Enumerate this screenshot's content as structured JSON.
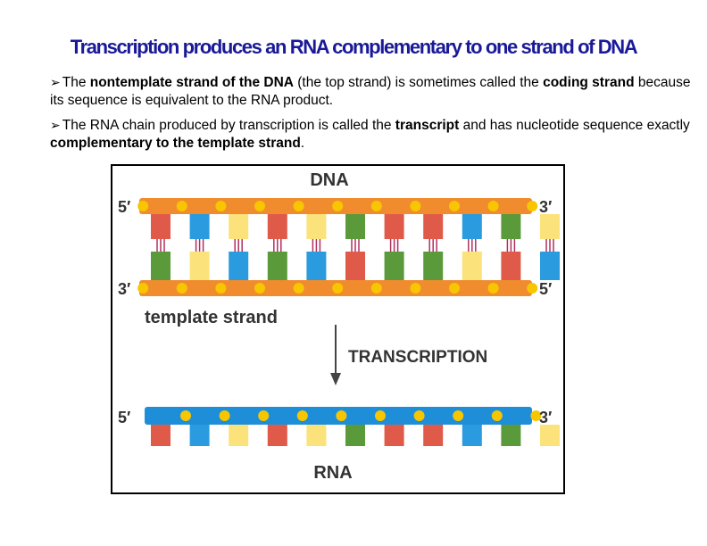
{
  "slide": {
    "title": "Transcription produces an RNA complementary to one strand of DNA",
    "bullets": [
      {
        "marker": "➢",
        "segments": [
          {
            "text": "The ",
            "bold": false
          },
          {
            "text": "nontemplate strand of the DNA",
            "bold": true
          },
          {
            "text": " (the top strand) is sometimes called the ",
            "bold": false
          },
          {
            "text": "coding strand",
            "bold": true
          },
          {
            "text": " because its sequence is equivalent to the RNA product.",
            "bold": false
          }
        ]
      },
      {
        "marker": "➢",
        "segments": [
          {
            "text": "The RNA chain produced by transcription is called the ",
            "bold": false
          },
          {
            "text": "transcript",
            "bold": true
          },
          {
            "text": " and has nucleotide sequence exactly ",
            "bold": false
          },
          {
            "text": "complementary to the template strand",
            "bold": true
          },
          {
            "text": ".",
            "bold": false
          }
        ]
      }
    ]
  },
  "figure": {
    "dna_label": "DNA",
    "rna_label": "RNA",
    "template_label": "template strand",
    "arrow_label": "TRANSCRIPTION",
    "top_strand_left": "5′",
    "top_strand_right": "3′",
    "bottom_strand_left": "3′",
    "bottom_strand_right": "5′",
    "rna_left": "5′",
    "rna_right": "3′",
    "top_bases": [
      "red",
      "blue",
      "yellow",
      "red",
      "yellow",
      "green",
      "red",
      "red",
      "blue",
      "green",
      "yellow"
    ],
    "bottom_bases": [
      "green",
      "yellow",
      "blue",
      "green",
      "blue",
      "red",
      "green",
      "green",
      "yellow",
      "red",
      "blue"
    ],
    "rna_bases": [
      "red",
      "blue",
      "yellow",
      "red",
      "yellow",
      "green",
      "red",
      "red",
      "blue",
      "green",
      "yellow"
    ],
    "colors": {
      "dna_backbone": "#f08c2e",
      "rna_backbone": "#1e8ed8",
      "phosphate": "#f7c600",
      "red": "#e05a4a",
      "blue": "#2b9be0",
      "yellow": "#fbe27a",
      "green": "#5a9a3a",
      "hbond": "#b03060",
      "text": "#333333"
    }
  }
}
